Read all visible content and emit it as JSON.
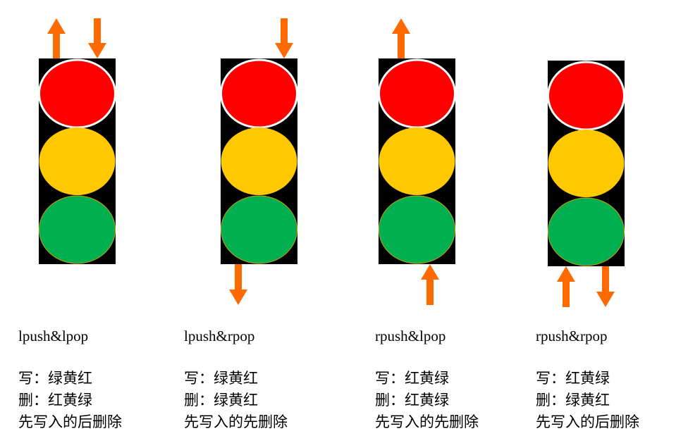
{
  "colors": {
    "housing": "#000000",
    "red": "#ff0000",
    "yellow": "#ffc800",
    "green": "#00b050",
    "arrow": "#ff6a00",
    "ring": "#ffffff"
  },
  "panels": [
    {
      "title": "lpush&lpop",
      "write_line": "写：绿黄红",
      "delete_line": "删：红黄绿",
      "summary": "先写入的后删除",
      "arrows": [
        "top-up",
        "top-down"
      ]
    },
    {
      "title": "lpush&rpop",
      "write_line": "写：绿黄红",
      "delete_line": "删：绿黄红",
      "summary": "先写入的先删除",
      "arrows": [
        "top-down",
        "bottom-down"
      ]
    },
    {
      "title": "rpush&lpop",
      "write_line": "写：红黄绿",
      "delete_line": "删：红黄绿",
      "summary": "先写入的先删除",
      "arrows": [
        "top-up",
        "bottom-up"
      ]
    },
    {
      "title": "rpush&rpop",
      "write_line": "写：红黄绿",
      "delete_line": "删：绿黄红",
      "summary": "先写入的后删除",
      "arrows": [
        "bottom-up",
        "bottom-down"
      ]
    }
  ]
}
